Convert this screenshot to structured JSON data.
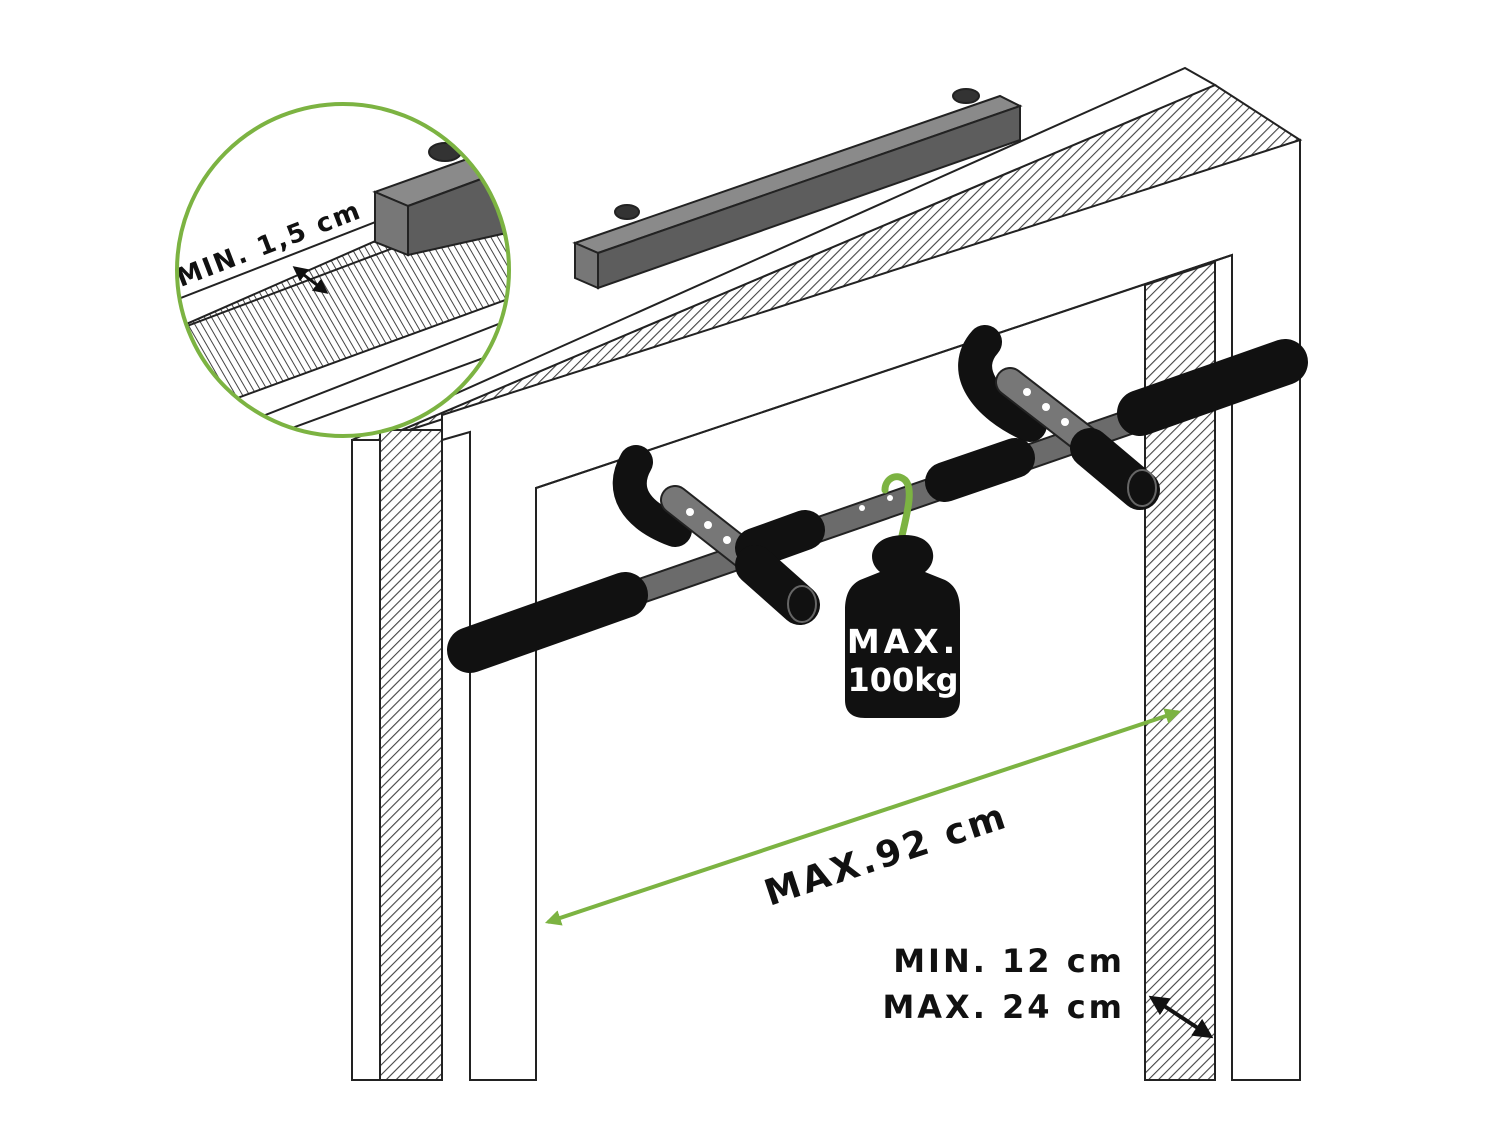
{
  "labels": {
    "min_thickness": "MIN. 1,5 cm",
    "max_width": "MAX.92 cm",
    "weight_line1": "MAX.",
    "weight_line2": "100kg",
    "depth_min": "MIN. 12 cm",
    "depth_max": "MAX. 24 cm"
  },
  "colors": {
    "accent": "#7cb342",
    "bar": "#111111",
    "steel": "#6b6b6b",
    "block": "#5d5d5d",
    "outline": "#222222"
  }
}
